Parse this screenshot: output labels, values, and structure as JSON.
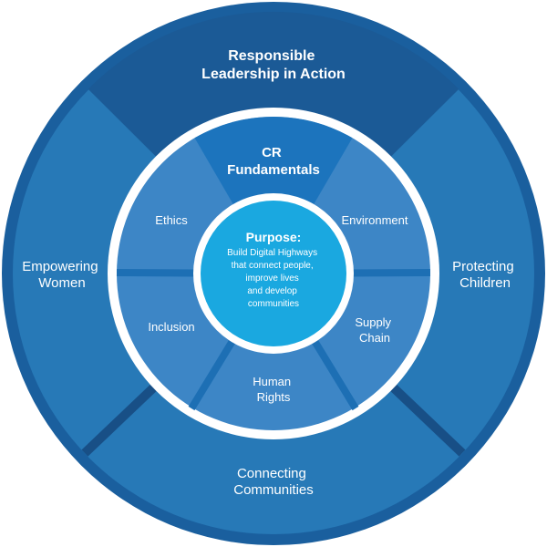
{
  "outer_ring": {
    "top": [
      "Responsible",
      "Leadership in Action"
    ],
    "left": [
      "Empowering",
      "Women"
    ],
    "right": [
      "Protecting",
      "Children"
    ],
    "bottom": [
      "Connecting",
      "Communities"
    ]
  },
  "inner_ring": {
    "top": [
      "CR",
      "Fundamentals"
    ],
    "ethics": "Ethics",
    "environment": "Environment",
    "inclusion": "Inclusion",
    "supply_chain": [
      "Supply",
      "Chain"
    ],
    "human_rights": [
      "Human",
      "Rights"
    ]
  },
  "purpose": {
    "title": "Purpose:",
    "lines": [
      "Build Digital Highways",
      "that connect people,",
      "improve lives",
      "and develop",
      "communities"
    ]
  },
  "colors": {
    "outer_rim": "#1a5f9e",
    "outer_fill": "#2779b7",
    "outer_top": "#1b5a96",
    "outer_divider": "#184f86",
    "white_ring": "#ffffff",
    "inner_fill": "#3d86c6",
    "inner_top": "#1c74bd",
    "inner_divider": "#1d6fb4",
    "core": "#1aa8e0"
  }
}
